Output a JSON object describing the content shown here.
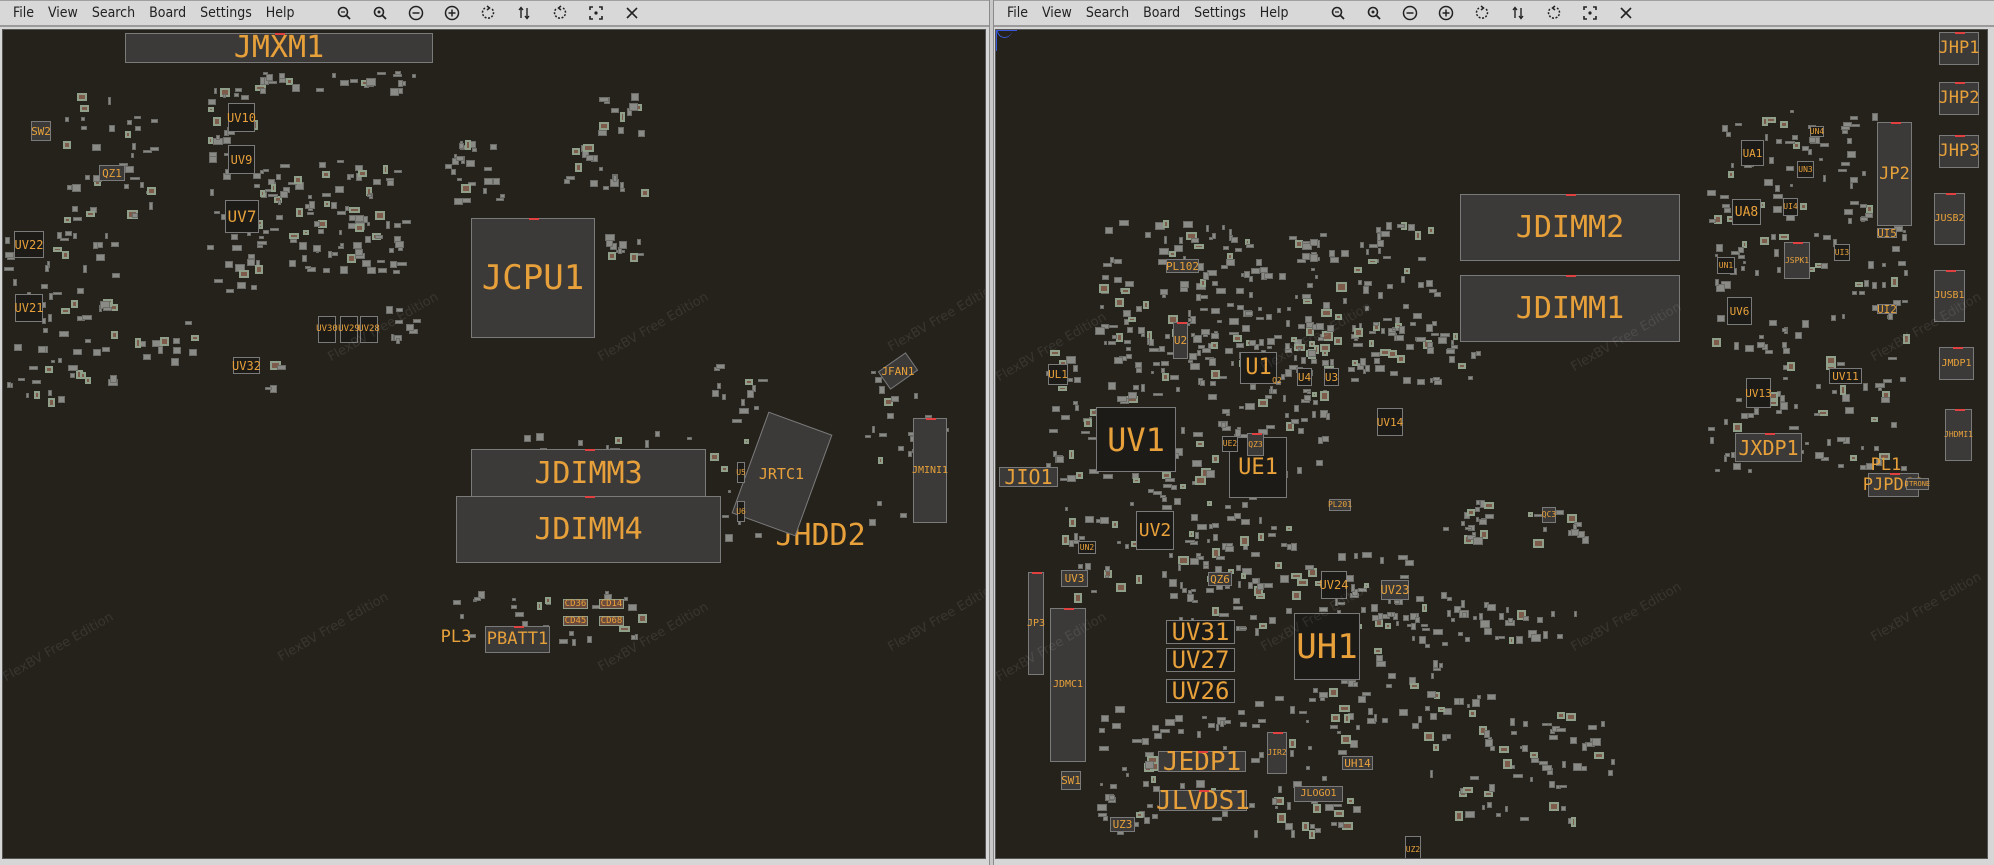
{
  "app": {
    "watermark": "FlexBV Free Edition"
  },
  "menu": [
    "File",
    "View",
    "Search",
    "Board",
    "Settings",
    "Help"
  ],
  "toolbar_icons": [
    {
      "name": "zoom-out-magnifier-icon",
      "glyph": "zoom-out"
    },
    {
      "name": "zoom-in-magnifier-icon",
      "glyph": "zoom-in"
    },
    {
      "name": "zoom-minus-circle-icon",
      "glyph": "minus-circle"
    },
    {
      "name": "zoom-plus-circle-icon",
      "glyph": "plus-circle"
    },
    {
      "name": "rotate-ccw-icon",
      "glyph": "rotate-ccw"
    },
    {
      "name": "flip-icon",
      "glyph": "flip"
    },
    {
      "name": "rotate-cw-icon",
      "glyph": "rotate-cw"
    },
    {
      "name": "fit-view-icon",
      "glyph": "fit"
    },
    {
      "name": "close-icon",
      "glyph": "close"
    }
  ],
  "colors": {
    "board_bg": "#25221c",
    "component_label": "#e8a13a",
    "component_fill": "#3b3a38",
    "pin1_marker": "#e04040",
    "toolbar_bg": "#d8d8d8"
  },
  "left_board": {
    "components": [
      "JMXM1",
      "JCPU1",
      "JDIMM3",
      "JDIMM4",
      "JHDD2",
      "JRTC1",
      "JFAN1",
      "JMINI1",
      "PBATT1",
      "PL3",
      "UV10",
      "UV9",
      "UV7",
      "UV22",
      "UV21",
      "UV32",
      "UV30",
      "UV29",
      "UV28",
      "SW2",
      "QZ1",
      "CD36",
      "CD14",
      "CD45",
      "CD68",
      "U5",
      "U6"
    ]
  },
  "right_board": {
    "components": [
      "JHP1",
      "JHP2",
      "JHP3",
      "JP2",
      "JUSB2",
      "JUSB1",
      "JMDP1",
      "JHDMI1",
      "JDIMM2",
      "JDIMM1",
      "JXDP1",
      "PL1",
      "PJPDC1",
      "JIO1",
      "UV1",
      "UE1",
      "UV2",
      "U1",
      "U2",
      "U3",
      "U4",
      "UV14",
      "UL1",
      "UE2",
      "QZ3",
      "PL102",
      "PL201",
      "UN2",
      "UV3",
      "UV24",
      "UV23",
      "UH1",
      "UV31",
      "UV27",
      "UV26",
      "JEDP1",
      "JLVDS1",
      "JLOGO1",
      "JDMC1",
      "JP3",
      "SW1",
      "UZ3",
      "UH14",
      "UZ2",
      "JIR2",
      "UA1",
      "UA8",
      "UN3",
      "UN4",
      "UI4",
      "UN1",
      "UV6",
      "UI5",
      "UI3",
      "UI2",
      "JSPK1",
      "UV11",
      "UV13",
      "QC3",
      "Q2",
      "QZ6",
      "JTRONE"
    ]
  }
}
